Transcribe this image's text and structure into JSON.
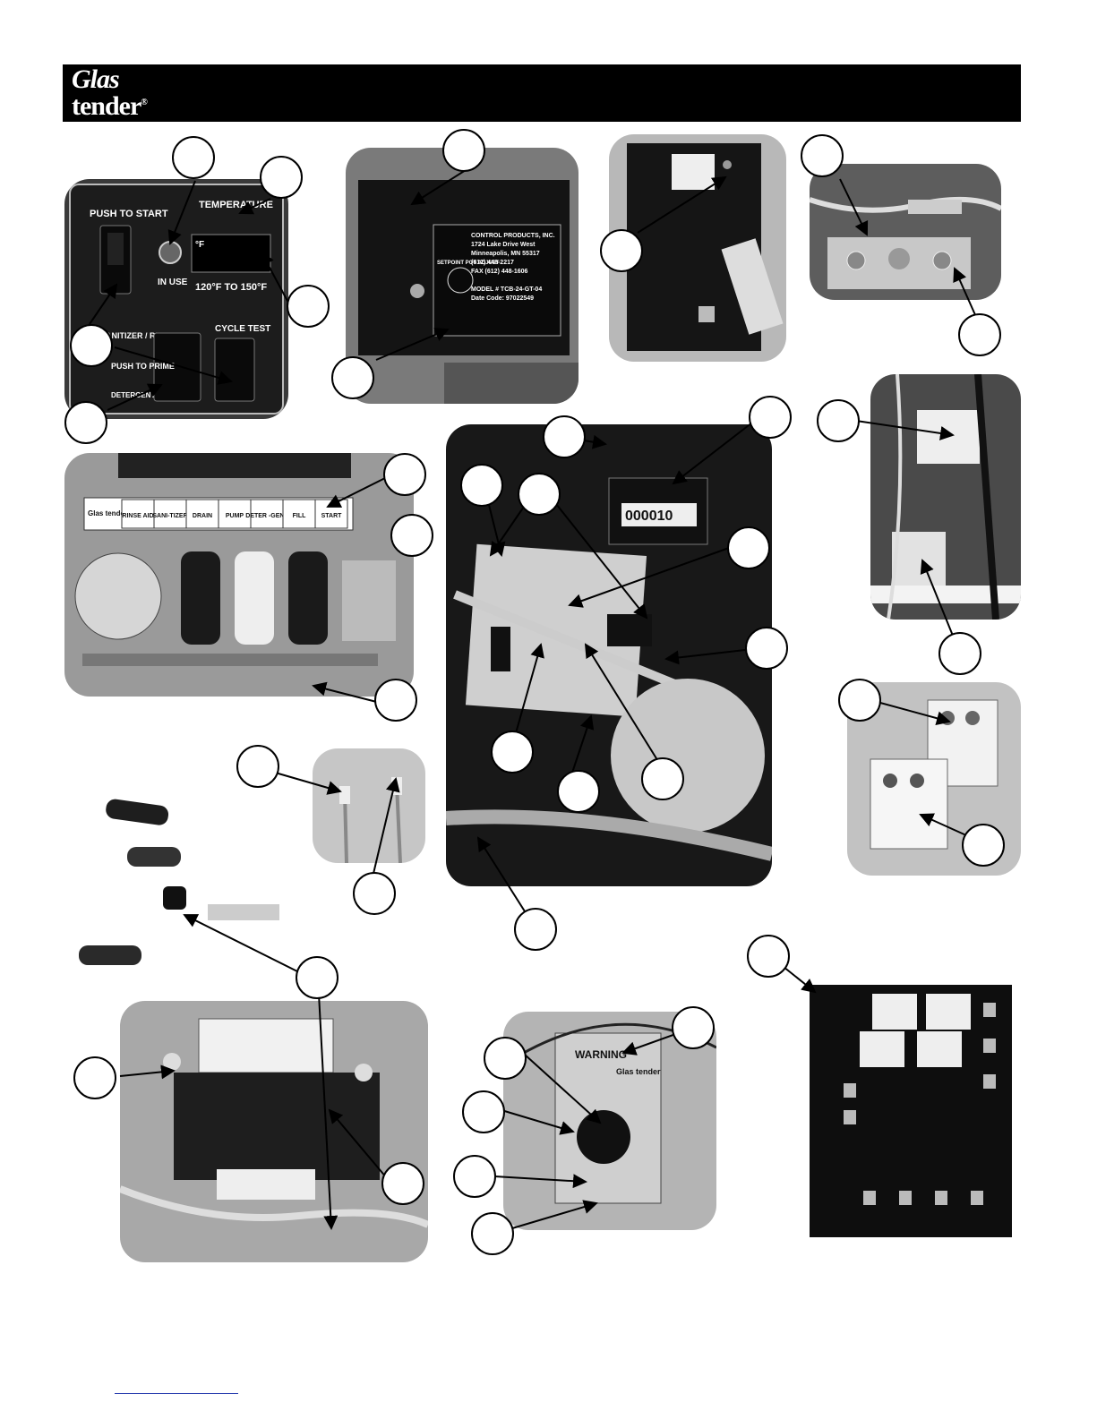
{
  "header": {
    "logo_line1": "Glas",
    "logo_line2": "tender",
    "logo_mark": "®"
  },
  "panel_switches": {
    "push_to_start": "PUSH TO START",
    "temperature": "TEMPERATURE",
    "display_unit": "°F",
    "in_use": "IN USE",
    "range": "120°F TO 150°F",
    "sanitizer_rinse_aid": "SANITIZER / RINSE AID",
    "cycle_test": "CYCLE TEST",
    "push_to_prime": "PUSH TO PRIME",
    "detergent": "DETERGENT"
  },
  "thermostat_label": {
    "company": "CONTROL PRODUCTS, INC.",
    "address": "1724 Lake Drive West",
    "city": "Minneapolis, MN 55317",
    "phone": "(612) 448-2217",
    "fax": "FAX (612) 448-1606",
    "model": "MODEL # TCB-24-GT-04",
    "date_code": "Date Code: 97022549",
    "setpoint": "SETPOINT POT ADJUST"
  },
  "timer_labels": [
    "RINSE AID",
    "SANI-TIZER",
    "DRAIN",
    "PUMP",
    "DETER -GENT",
    "FILL",
    "START"
  ],
  "timer_brand": "Glas tender",
  "counter_value": "000010",
  "solenoid_label": "WARNING",
  "solenoid_brand": "Glas tender",
  "colors": {
    "header_bg": "#000000",
    "callout_border": "#000000",
    "footer_link": "#2a3fb0"
  }
}
